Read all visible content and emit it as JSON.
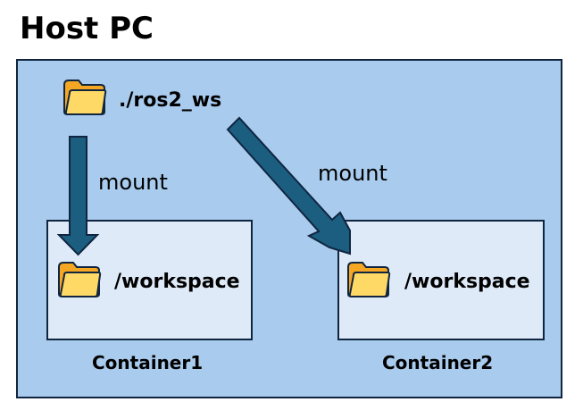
{
  "title": "Host PC",
  "host_folder": {
    "label": "./ros2_ws",
    "icon": "folder-icon"
  },
  "containers": [
    {
      "name": "Container1",
      "folder_label": "/workspace",
      "icon": "folder-icon"
    },
    {
      "name": "Container2",
      "folder_label": "/workspace",
      "icon": "folder-icon"
    }
  ],
  "arrows": [
    {
      "label": "mount"
    },
    {
      "label": "mount"
    }
  ],
  "colors": {
    "host_fill": "#a9cbed",
    "container_fill": "#deeaf7",
    "border": "#10253f",
    "arrow": "#1b5e80",
    "folder_orange": "#f5a623",
    "folder_yellow": "#ffd966"
  }
}
